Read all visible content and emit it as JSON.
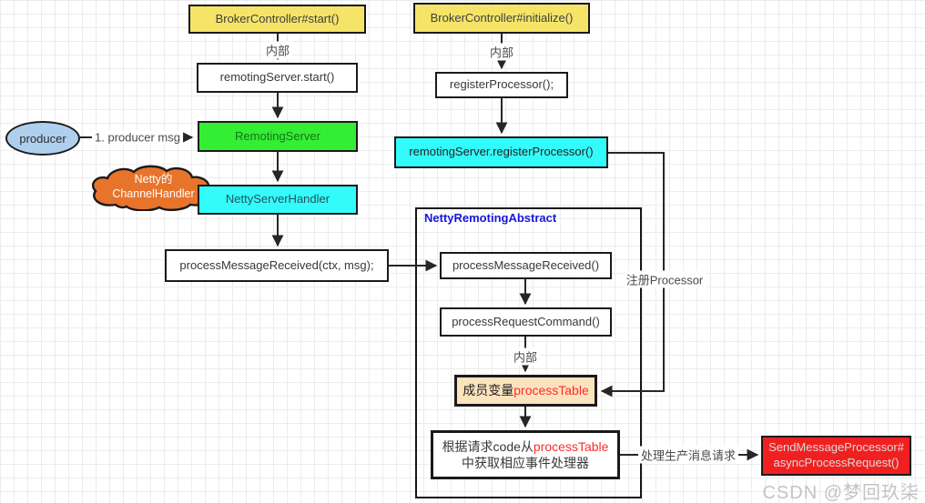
{
  "nodes": {
    "broker_start": "BrokerController#start()",
    "remoting_server_start": "remotingServer.start()",
    "remoting_server": "RemotingServer",
    "producer": "producer",
    "cloud_line1": "Netty的",
    "cloud_line2": "ChannelHandler",
    "netty_server_handler": "NettyServerHandler",
    "process_msg_received_ctx": "processMessageReceived(ctx, msg);",
    "broker_initialize": "BrokerController#initialize()",
    "register_processor": "registerProcessor();",
    "remoting_register_processor": "remotingServer.registerProcessor()",
    "container_title": "NettyRemotingAbstract",
    "process_msg_received": "processMessageReceived()",
    "process_request_command": "processRequestCommand()",
    "process_table_prefix": "成员变量",
    "process_table_red": "processTable",
    "lookup_line1_prefix": "根据请求code从",
    "lookup_line1_red": "processTable",
    "lookup_line2": "中获取相应事件处理器",
    "send_processor_line1": "SendMessageProcessor#",
    "send_processor_line2": "asyncProcessRequest()"
  },
  "labels": {
    "internal_top_left": "内部",
    "internal_top_right": "内部",
    "internal_inner": "内部",
    "producer_msg": "1. producer msg",
    "register_processor_label": "注册Processor",
    "handle_produce_label": "处理生产消息请求"
  },
  "watermark": "CSDN @梦回玖柒",
  "colors": {
    "yellow_fill": "#f5e468",
    "green_fill": "#33ee33",
    "green_text": "#1c711c",
    "cyan_fill": "#33fbfb",
    "cyan_dark_text": "#27505c",
    "orange_cloud_fill": "#e8742c",
    "tan_fill": "#fbe3bd",
    "red_box_fill": "#f02020",
    "red_box_text": "#dcdcdc",
    "blue_ellipse_fill": "#afcfee",
    "accent_red_text": "#fd2b2b",
    "container_title_blue": "#1616dd",
    "connector": "#262626",
    "grid_line": "#ececec",
    "watermark_gray": "#c3c3c3"
  }
}
